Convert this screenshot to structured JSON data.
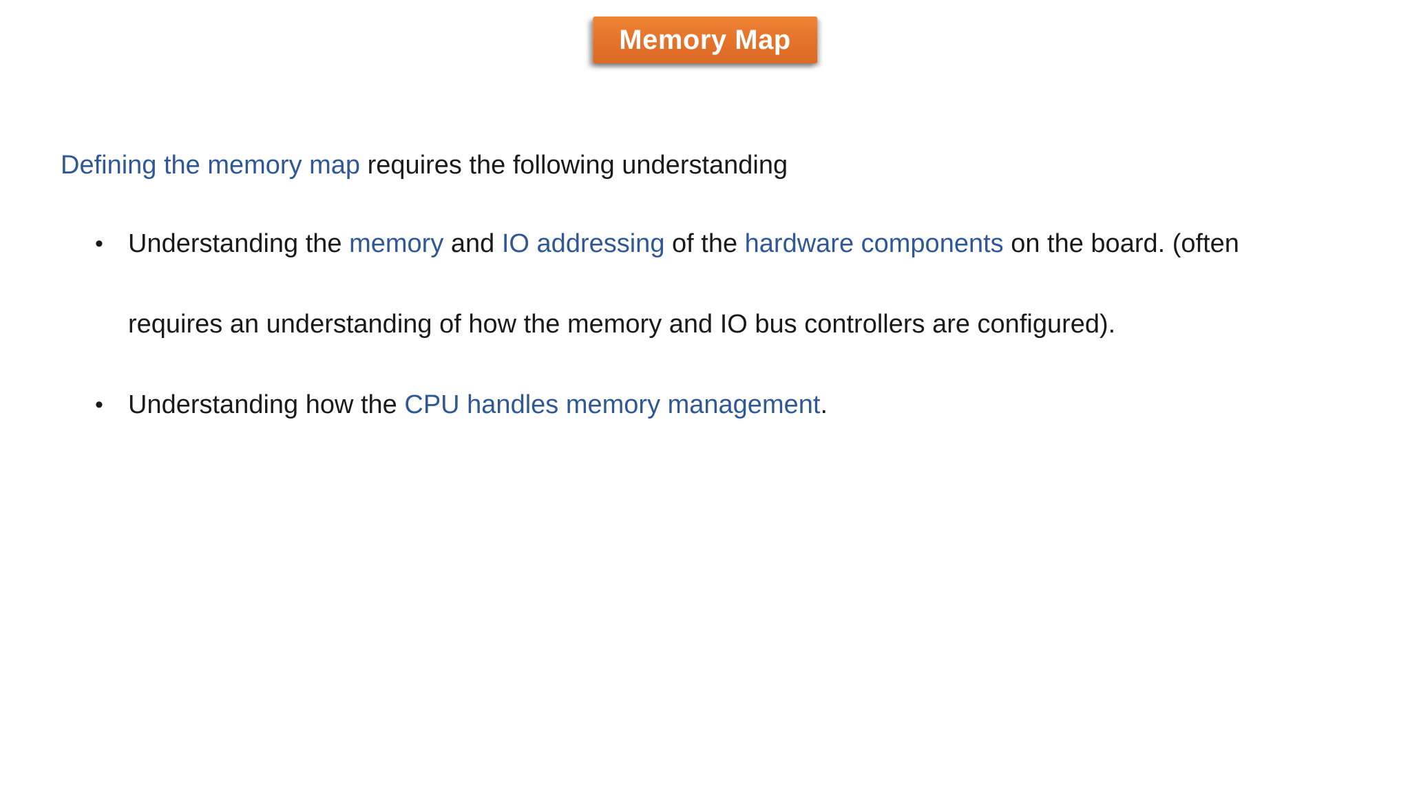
{
  "colors": {
    "background": "#FFFFFF",
    "banner_orange": "#E3722B",
    "banner_text": "#FFFFFF",
    "highlight_blue": "#2E5897",
    "body_text": "#1A1A1A"
  },
  "slide": {
    "title": "Memory Map",
    "intro_segments": [
      {
        "text": "Defining the memory map",
        "style": "blue"
      },
      {
        "text": " requires the following understanding",
        "style": "black"
      }
    ],
    "bullets": [
      {
        "segments": [
          {
            "text": "Understanding the ",
            "style": "black"
          },
          {
            "text": "memory",
            "style": "blue"
          },
          {
            "text": " and ",
            "style": "black"
          },
          {
            "text": "IO addressing",
            "style": "blue"
          },
          {
            "text": " of the ",
            "style": "black"
          },
          {
            "text": "hardware components",
            "style": "blue"
          },
          {
            "text": " on the board. (often requires an understanding of how the memory and IO bus controllers are configured).",
            "style": "black"
          }
        ]
      },
      {
        "segments": [
          {
            "text": "Understanding how the ",
            "style": "black"
          },
          {
            "text": "CPU handles memory management",
            "style": "blue"
          },
          {
            "text": ".",
            "style": "black"
          }
        ]
      }
    ]
  }
}
